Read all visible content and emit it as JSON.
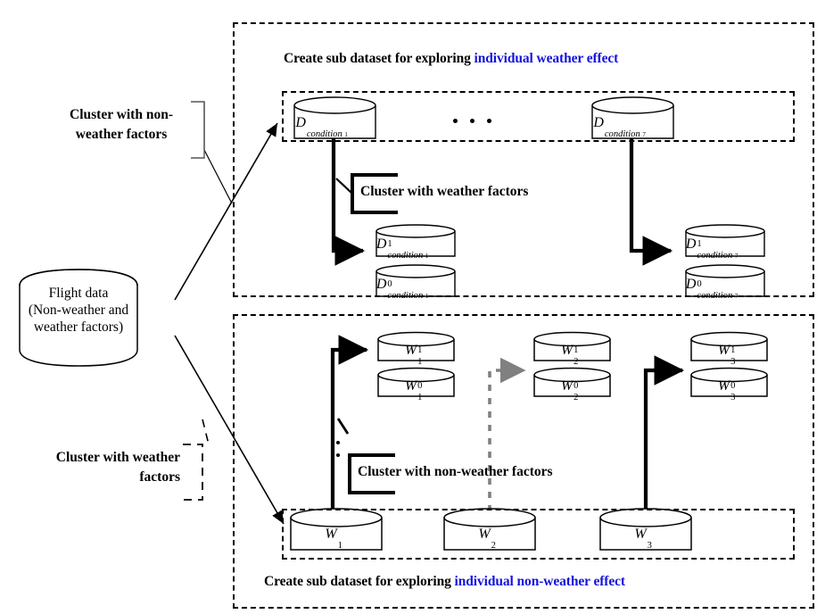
{
  "panels": {
    "top": {
      "title_black": "Create sub dataset for exploring ",
      "title_blue": "individual weather effect"
    },
    "bottom": {
      "title_black": "Create sub dataset for exploring ",
      "title_blue": "individual non-weather effect"
    }
  },
  "source": {
    "line1": "Flight data",
    "line2": "(Non-weather and",
    "line3": "weather factors)"
  },
  "callouts": {
    "left_top": {
      "line1": "Cluster with non-",
      "line2": "weather factors"
    },
    "left_bottom": {
      "line1": "Cluster with weather",
      "line2": "factors"
    },
    "top_inner": "Cluster with weather factors",
    "bottom_inner": "Cluster with non-weather factors"
  },
  "nodes": {
    "d_cond_1": {
      "base": "D",
      "sup": "",
      "sub": "condition",
      "idx": "1"
    },
    "d_cond_7": {
      "base": "D",
      "sup": "",
      "sub": "condition",
      "idx": "7"
    },
    "d_cond_1_1": {
      "base": "D",
      "sup": "1",
      "sub": "condition",
      "idx": "1"
    },
    "d_cond_1_0": {
      "base": "D",
      "sup": "0",
      "sub": "condition",
      "idx": "1"
    },
    "d_cond_7_1": {
      "base": "D",
      "sup": "1",
      "sub": "condition",
      "idx": "7"
    },
    "d_cond_7_0": {
      "base": "D",
      "sup": "0",
      "sub": "condition",
      "idx": "7"
    },
    "w1": {
      "base": "W",
      "sup": "",
      "sub": "",
      "idx": "1"
    },
    "w2": {
      "base": "W",
      "sup": "",
      "sub": "",
      "idx": "2"
    },
    "w3": {
      "base": "W",
      "sup": "",
      "sub": "",
      "idx": "3"
    },
    "w1_1": {
      "base": "W",
      "sup": "1",
      "sub": "",
      "idx": "1"
    },
    "w1_0": {
      "base": "W",
      "sup": "0",
      "sub": "",
      "idx": "1"
    },
    "w2_1": {
      "base": "W",
      "sup": "1",
      "sub": "",
      "idx": "2"
    },
    "w2_0": {
      "base": "W",
      "sup": "0",
      "sub": "",
      "idx": "2"
    },
    "w3_1": {
      "base": "W",
      "sup": "1",
      "sub": "",
      "idx": "3"
    },
    "w3_0": {
      "base": "W",
      "sup": "0",
      "sub": "",
      "idx": "3"
    }
  },
  "ellipsis": {
    "horizontal": "• • •",
    "vertical": "⋮"
  },
  "colors": {
    "accent_blue": "#1414dc",
    "line_black": "#000000",
    "line_gray": "#808080"
  }
}
